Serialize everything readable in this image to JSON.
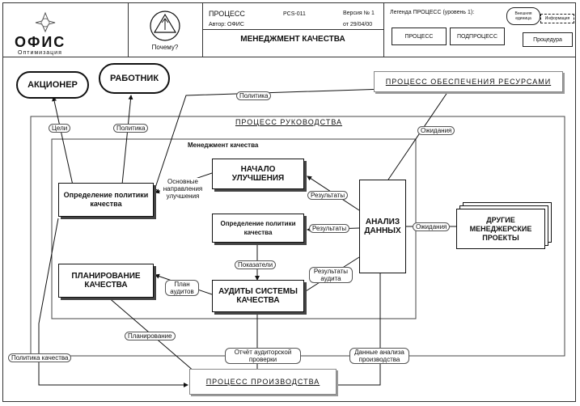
{
  "header": {
    "logo": "ОФИС",
    "logo_sub": "Оптимизация",
    "why_label": "Почему?",
    "process_label": "ПРОЦЕСС",
    "process_code": "PCS-011",
    "version": "Версия № 1",
    "author": "Автор: ОФИС",
    "date": "от 29/04/00",
    "title": "МЕНЕДЖМЕНТ КАЧЕСТВА",
    "legend_title": "Легенда ПРОЦЕСС (уровень 1):",
    "legend_external": "Внешняя единица",
    "legend_info": "Информация",
    "legend_process": "ПРОЦЕСС",
    "legend_subprocess": "ПОДПРОЦЕСС",
    "legend_procedure": "Процедура"
  },
  "diagram": {
    "shareholder": "АКЦИОНЕР",
    "worker": "РАБОТНИК",
    "resource_process": "ПРОЦЕСС ОБЕСПЕЧЕНИЯ РЕСУРСАМИ",
    "management_process": "ПРОЦЕСС РУКОВОДСТВА",
    "quality_management": "Менеджмент качества",
    "production_process": "ПРОЦЕСС ПРОИЗВОДСТВА",
    "start_improvement": "НАЧАЛО УЛУЧШЕНИЯ",
    "define_policy_left": "Определение политики качества",
    "define_policy_center": "Определение политики качества",
    "planning": "ПЛАНИРОВАНИЕ КАЧЕСТВА",
    "audits": "АУДИТЫ СИСТЕМЫ КАЧЕСТВА",
    "data_analysis": "АНАЛИЗ ДАННЫХ",
    "other_projects": "ДРУГИЕ МЕНЕДЖЕРСКИЕ ПРОЕКТЫ",
    "lbl_policy_top": "Политика",
    "lbl_goals": "Цели",
    "lbl_policy_mid": "Политика",
    "lbl_expectations_top": "Ожидания",
    "lbl_main_directions": "Основные направления улучшения",
    "lbl_results_1": "Результаты",
    "lbl_results_2": "Результаты",
    "lbl_expectations_right": "Ожидания",
    "lbl_indicators": "Показатели",
    "lbl_results_audit": "Результаты аудита",
    "lbl_plan_audits": "План аудитов",
    "lbl_planning": "Планирование",
    "lbl_quality_policy": "Политика качества",
    "lbl_audit_report": "Отчёт аудиторской проверки",
    "lbl_analysis_data": "Данные анализа производства"
  }
}
